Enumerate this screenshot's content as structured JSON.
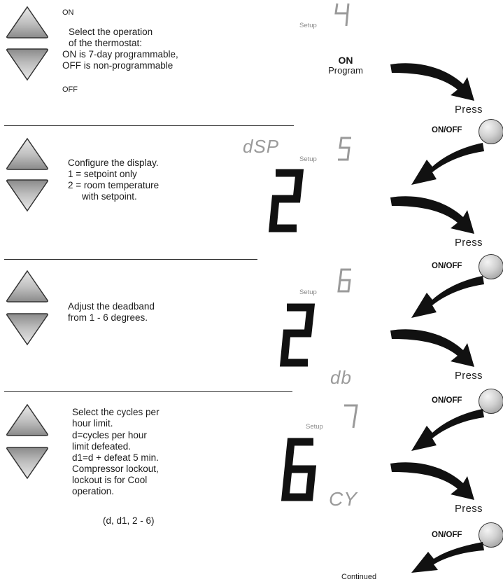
{
  "sections": [
    {
      "top_label": "ON",
      "lines": [
        "Select the operation",
        "of the thermostat:",
        "ON is 7-day programmable,",
        "OFF is non-programmable"
      ],
      "bottom_label": "OFF",
      "setup_label": "Setup",
      "setup_number": "4",
      "program_on": "ON",
      "program_label": "Program"
    },
    {
      "lines": [
        "Configure the display.",
        "1 = setpoint only",
        "2 = room temperature",
        "with setpoint."
      ],
      "code": "dSP",
      "setup_label": "Setup",
      "setup_number": "5",
      "value": "2"
    },
    {
      "lines": [
        "Adjust the deadband",
        "from 1 - 6 degrees."
      ],
      "setup_label": "Setup",
      "setup_number": "6",
      "value": "2",
      "code": "db"
    },
    {
      "lines": [
        "Select the cycles per",
        "hour limit.",
        "d=cycles per hour",
        "limit defeated.",
        "d1=d + defeat 5 min.",
        "Compressor lockout,",
        "lockout is for Cool",
        "operation."
      ],
      "range": "(d, d1, 2 - 6)",
      "setup_label": "Setup",
      "setup_number": "7",
      "value": "6",
      "code": "CY"
    }
  ],
  "press_label": "Press",
  "onoff_label": "ON/OFF",
  "continued_label": "Continued",
  "icons": [
    "up-arrow-icon",
    "down-arrow-icon",
    "curved-arrow-icon",
    "round-button-icon"
  ],
  "colors": {
    "segment_dark": "#111111",
    "segment_light": "#9a9a9a",
    "button_gray": "#b5b5b5"
  }
}
